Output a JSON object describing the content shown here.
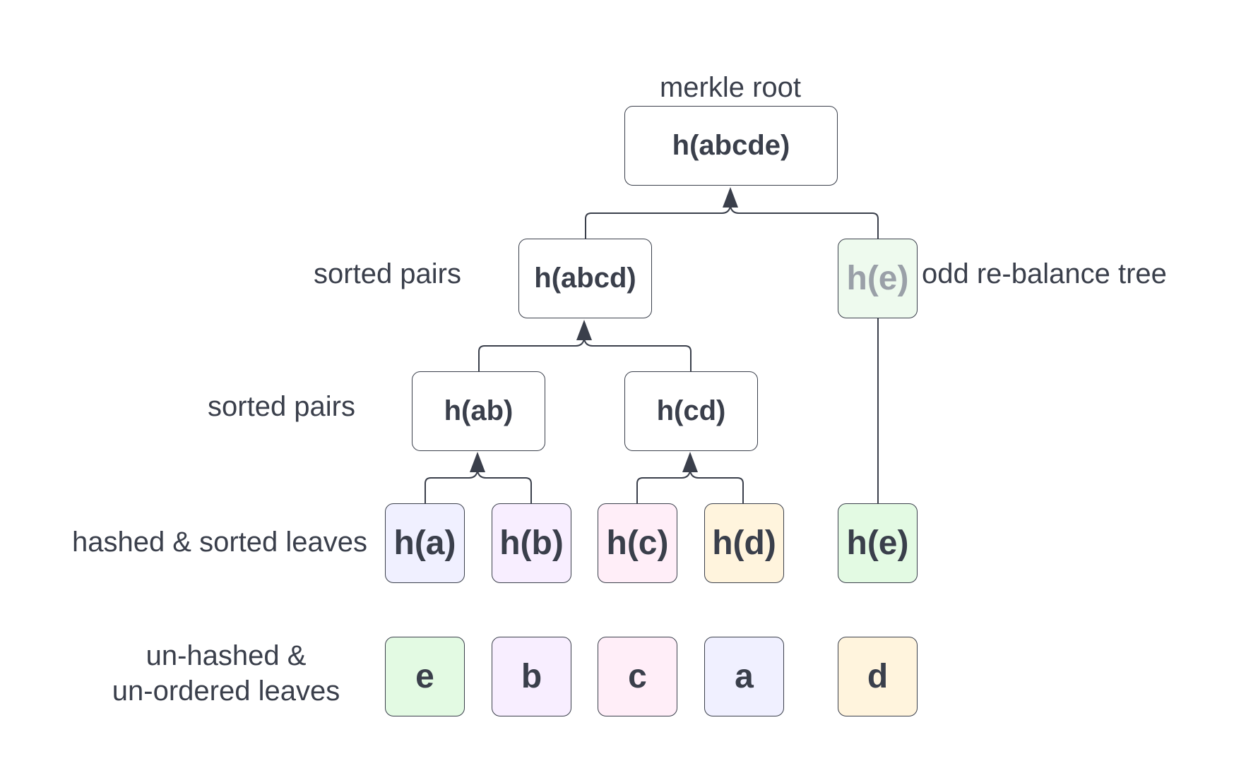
{
  "labels": {
    "merkle_root": "merkle root",
    "sorted_pairs_upper": "sorted pairs",
    "sorted_pairs_lower": "sorted pairs",
    "odd_rebalance": "odd re-balance tree",
    "hashed_sorted_leaves": "hashed & sorted leaves",
    "unhashed_line1": "un-hashed &",
    "unhashed_line2": "un-ordered leaves"
  },
  "nodes": {
    "root": "h(abcde)",
    "abcd": "h(abcd)",
    "e_upper": "h(e)",
    "ab": "h(ab)",
    "cd": "h(cd)"
  },
  "hashed_leaves": [
    {
      "label": "h(a)",
      "color": "#f0f0ff"
    },
    {
      "label": "h(b)",
      "color": "#f8eeff"
    },
    {
      "label": "h(c)",
      "color": "#ffeef8"
    },
    {
      "label": "h(d)",
      "color": "#fff4dd"
    },
    {
      "label": "h(e)",
      "color": "#e3fae3"
    }
  ],
  "raw_leaves": [
    {
      "label": "e",
      "color": "#e3fae3"
    },
    {
      "label": "b",
      "color": "#f8eeff"
    },
    {
      "label": "c",
      "color": "#ffeef8"
    },
    {
      "label": "a",
      "color": "#f0f0ff"
    },
    {
      "label": "d",
      "color": "#fff4dd"
    }
  ],
  "colors": {
    "stroke": "#3a3f4b",
    "faded_text": "#9aa0a8",
    "e_upper_fill": "#eefaee"
  }
}
